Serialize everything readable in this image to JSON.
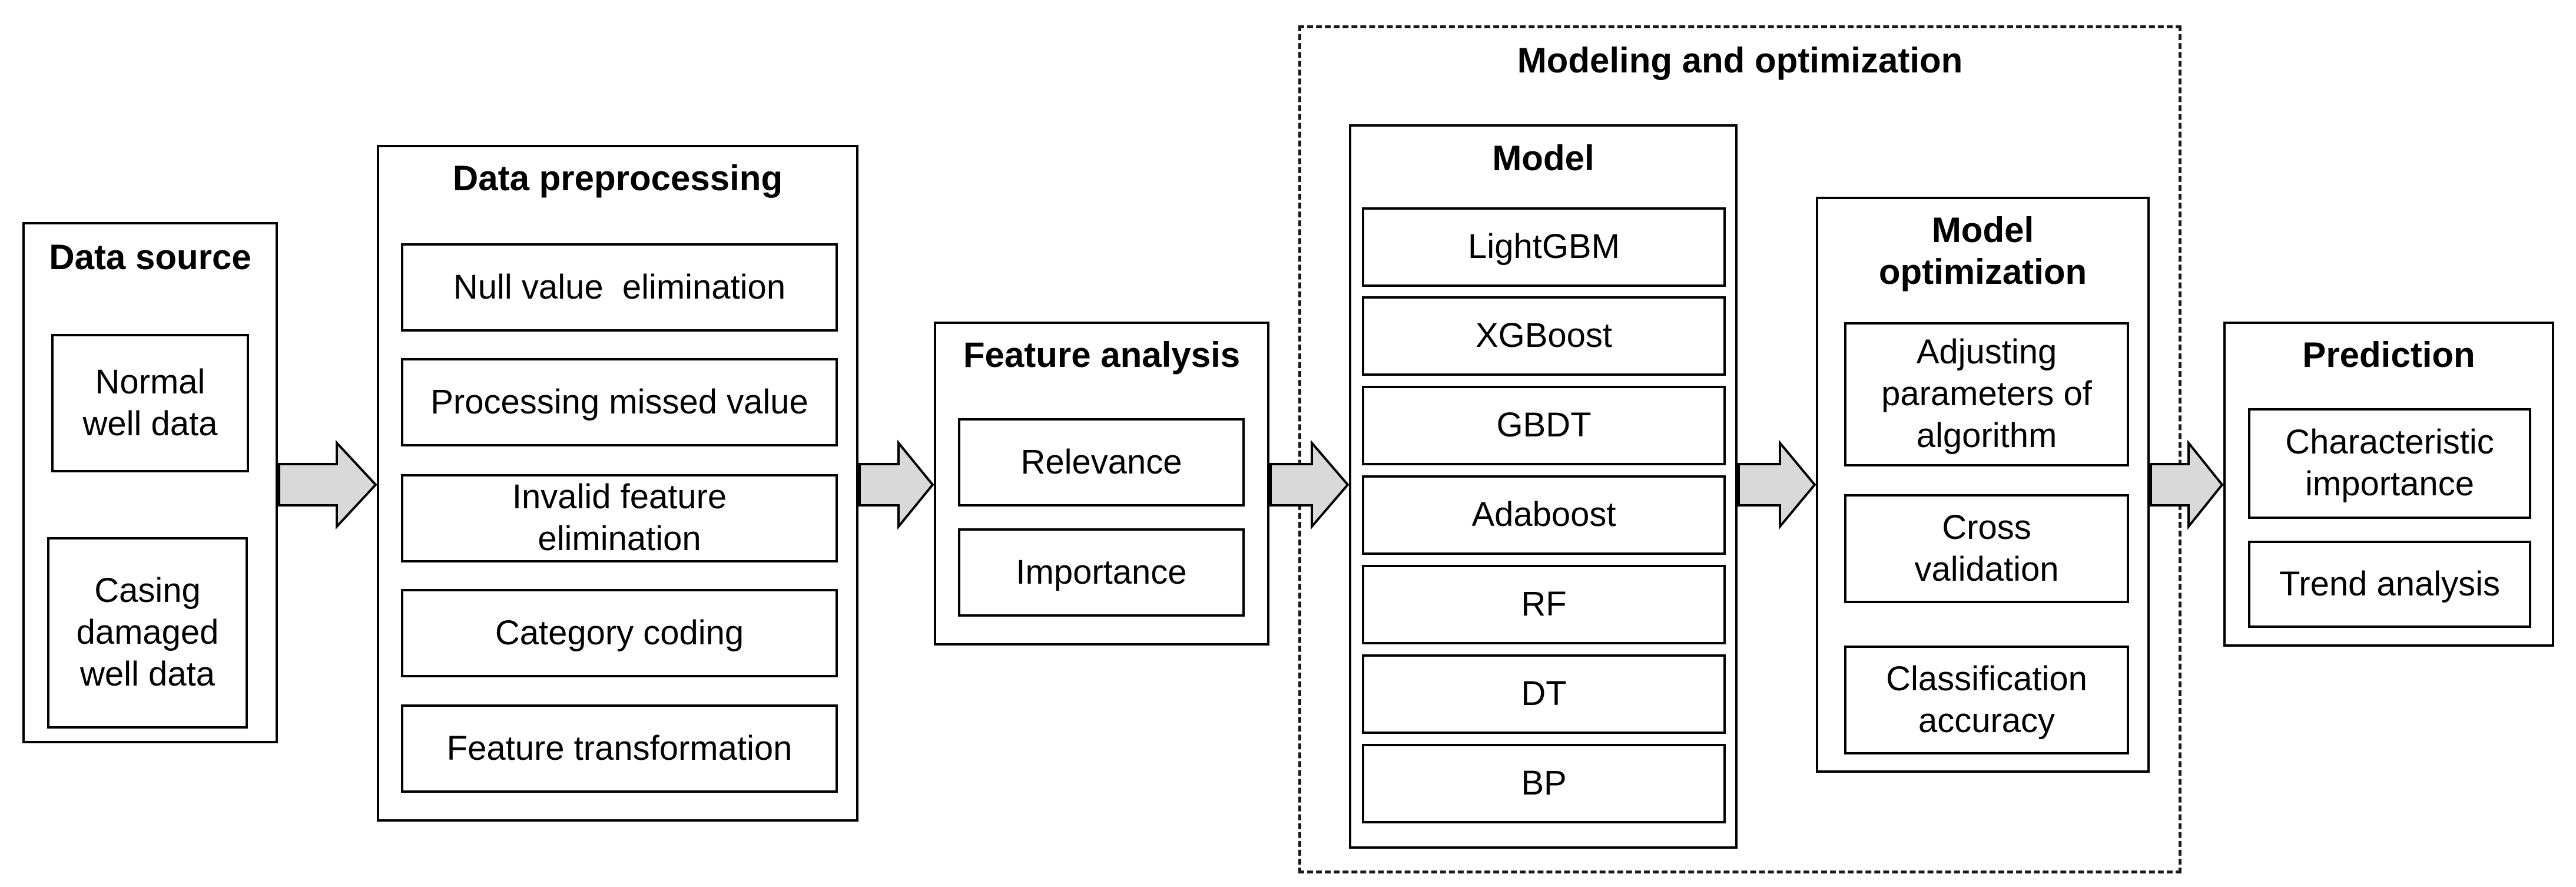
{
  "data_source": {
    "title": "Data source",
    "items": [
      "Normal well data",
      "Casing damaged well data"
    ]
  },
  "data_preprocessing": {
    "title": "Data preprocessing",
    "items": [
      "Null value  elimination",
      "Processing missed value",
      "Invalid feature elimination",
      "Category coding",
      "Feature transformation"
    ]
  },
  "feature_analysis": {
    "title": "Feature analysis",
    "items": [
      "Relevance",
      "Importance"
    ]
  },
  "modeling": {
    "title": "Modeling and optimization",
    "model": {
      "title": "Model",
      "items": [
        "LightGBM",
        "XGBoost",
        "GBDT",
        "Adaboost",
        "RF",
        "DT",
        "BP"
      ]
    },
    "optimization": {
      "title": "Model optimization",
      "items": [
        "Adjusting parameters of algorithm",
        "Cross validation",
        "Classification accuracy"
      ]
    }
  },
  "prediction": {
    "title": "Prediction",
    "items": [
      "Characteristic importance",
      "Trend analysis"
    ]
  }
}
